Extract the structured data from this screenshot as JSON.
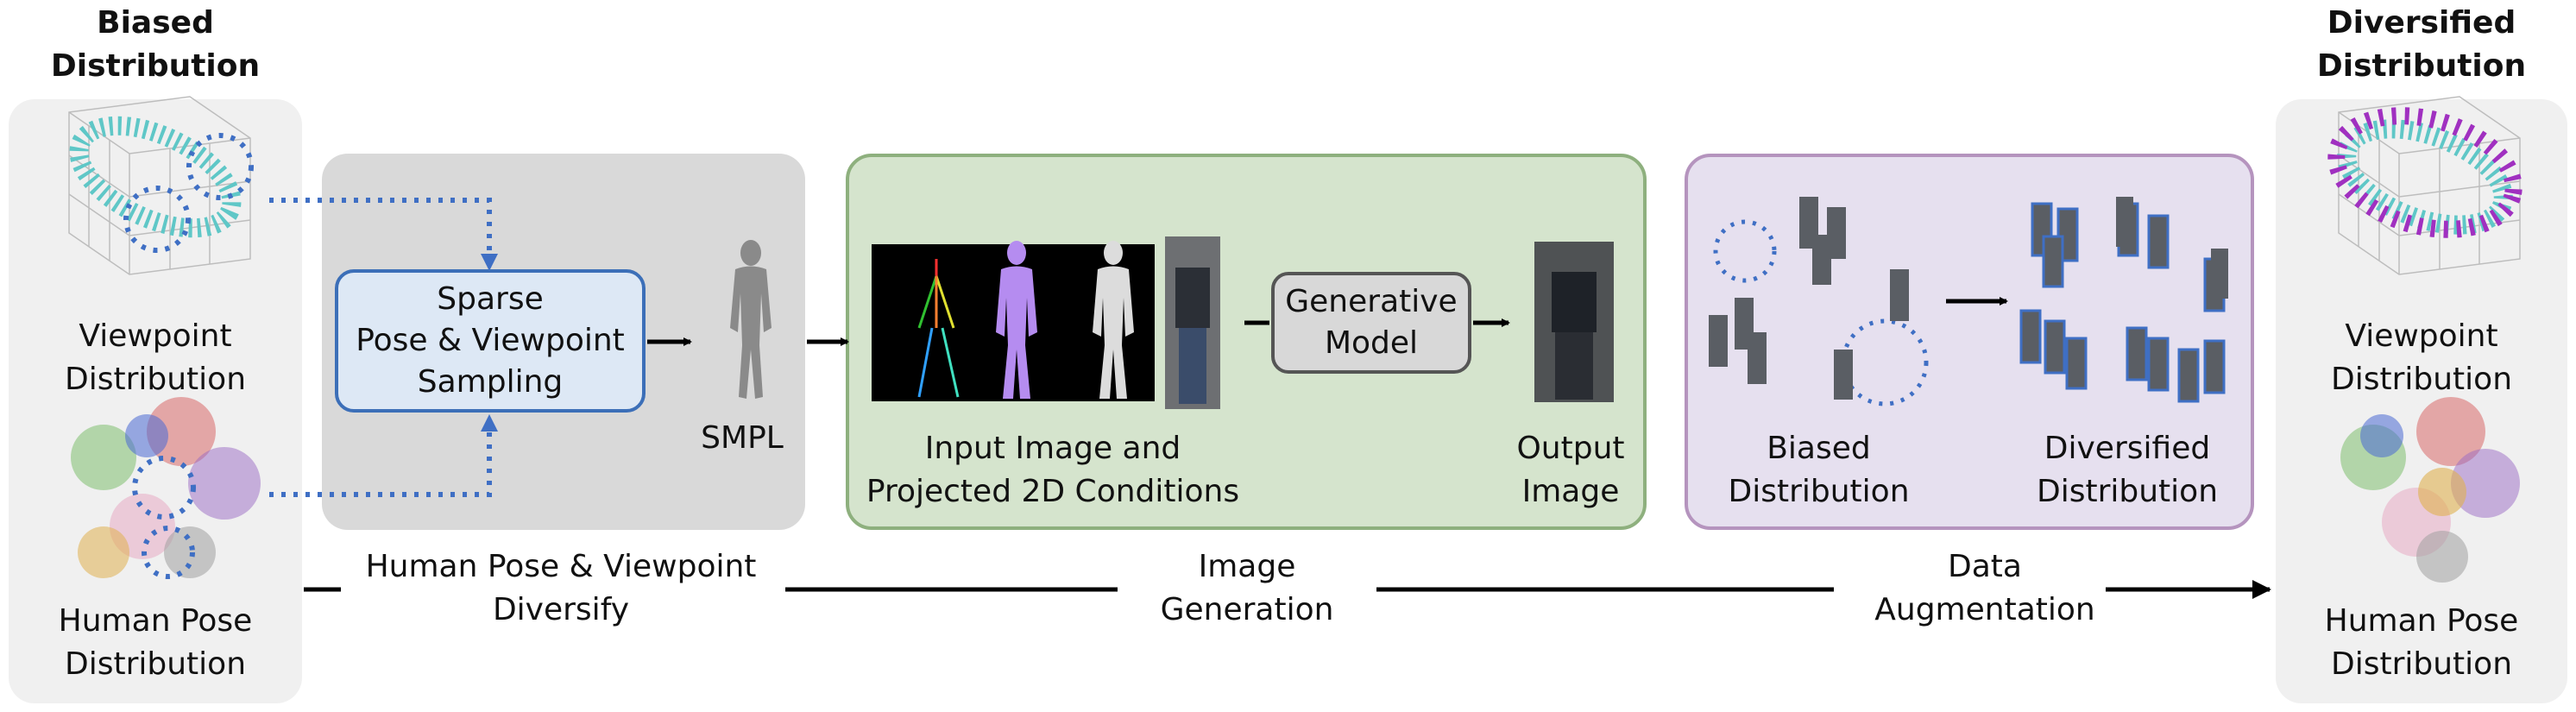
{
  "left": {
    "title": "Biased\nDistribution",
    "viewpoint_label": "Viewpoint\nDistribution",
    "pose_label": "Human Pose\nDistribution"
  },
  "right": {
    "title": "Diversified\nDistribution",
    "viewpoint_label": "Viewpoint\nDistribution",
    "pose_label": "Human Pose\nDistribution"
  },
  "stage1": {
    "box_label": "Sparse\nPose & Viewpoint\nSampling",
    "smpl_label": "SMPL",
    "stage_label": "Human Pose & Viewpoint\nDiversify"
  },
  "stage2": {
    "input_label": "Input Image and\nProjected 2D Conditions",
    "model_label": "Generative\nModel",
    "output_label": "Output\nImage",
    "stage_label": "Image\nGeneration"
  },
  "stage3": {
    "biased_label": "Biased\nDistribution",
    "diversified_label": "Diversified\nDistribution",
    "stage_label": "Data\nAugmentation"
  },
  "colors": {
    "panel_grey": "#f0f0f0",
    "stage1_bg": "#d9d9d9",
    "stage2_bg": "#d5e4cd",
    "stage2_border": "#8eb07e",
    "stage3_bg": "#e6e0ef",
    "stage3_border": "#b594be",
    "sampling_box_bg": "#dde8f5",
    "sampling_box_border": "#3c6fb8",
    "dotted_blue": "#3f6fc4",
    "model_box_bg": "#d8d8d8",
    "model_box_border": "#555555"
  }
}
